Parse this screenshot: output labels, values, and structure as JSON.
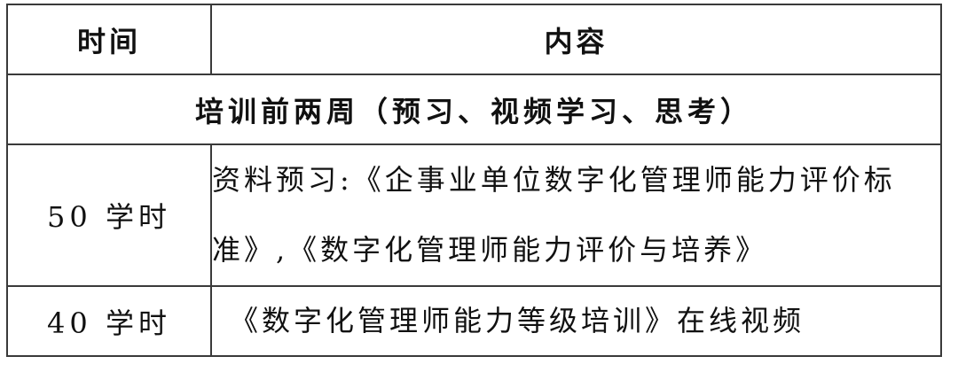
{
  "table": {
    "headers": {
      "time": "时间",
      "content": "内容"
    },
    "phase_title": "培训前两周（预习、视频学习、思考）",
    "rows": [
      {
        "time": "50 学时",
        "content": "资料预习:《企事业单位数字化管理师能力评价标准》,《数字化管理师能力评价与培养》"
      },
      {
        "time": "40 学时",
        "content": "《数字化管理师能力等级培训》在线视频"
      }
    ]
  }
}
